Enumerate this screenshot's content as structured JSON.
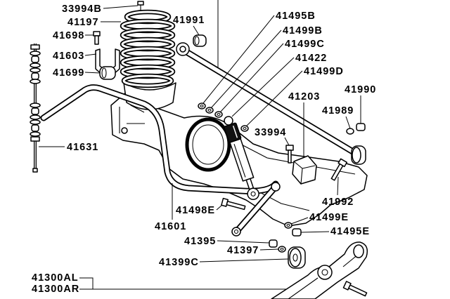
{
  "callouts": [
    "33994B",
    "41197",
    "41698",
    "41603",
    "41699",
    "41631",
    "41991",
    "41495B",
    "41499B",
    "41499C",
    "41422",
    "41499D",
    "41990",
    "41203",
    "41989",
    "33994",
    "41992",
    "41498E",
    "41499E",
    "41601",
    "41495E",
    "41395",
    "41397",
    "41399C",
    "41300AL",
    "41300AR"
  ]
}
